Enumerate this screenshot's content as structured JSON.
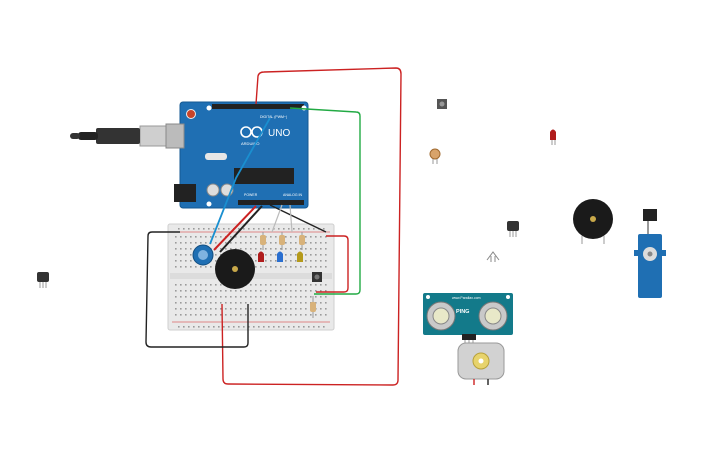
{
  "arduino": {
    "uno_label": "UNO",
    "brand": "ARDUINO",
    "digital_label": "DIGITAL (PWM~)",
    "analog_label": "ANALOG IN",
    "power_label": "POWER"
  },
  "ultrasonic": {
    "model": "PING",
    "brand": "www.Parallax.com"
  },
  "colors": {
    "wire_red": "#cc2222",
    "wire_green": "#22aa44",
    "wire_black": "#222222",
    "wire_blue": "#1a8fd0",
    "board_blue": "#1f6fb3",
    "breadboard": "#e6e6e6",
    "sensor_teal": "#137a8a"
  }
}
